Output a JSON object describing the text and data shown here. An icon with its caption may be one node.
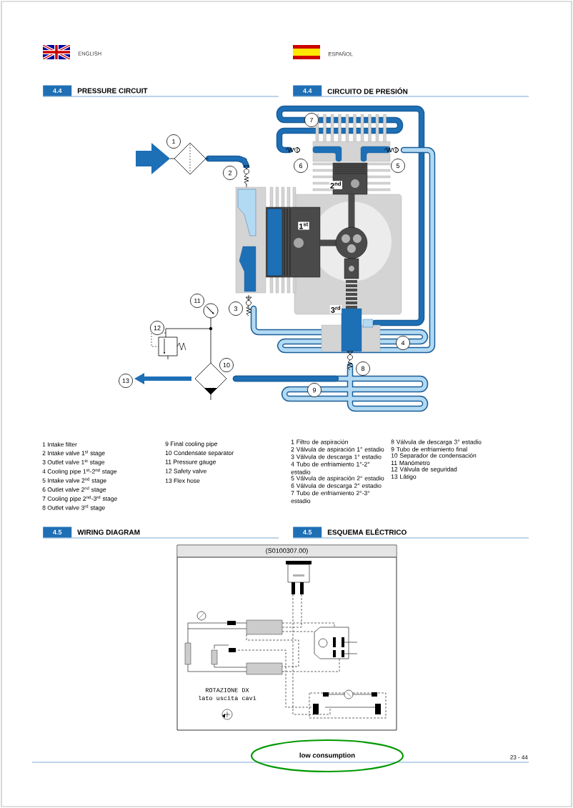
{
  "diagram": {
    "labels": [
      "ENGLISH",
      "ESPAÑOL",
      "4.4",
      "PRESSURE CIRCUIT",
      "4.4",
      "CIRCUITO DE PRESIÓN",
      "7",
      "1",
      "6",
      "5",
      "2",
      "11",
      "3",
      "12",
      "4",
      "10",
      "8",
      "13",
      "9",
      "2$^{nd}$",
      "1$^{st}$",
      "3$^{rd}$",
      "1 Intake filter",
      "2 Intake valve 1$^{st}$ stage",
      "3 Outlet valve 1$^{st}$ stage",
      "4 Cooling pipe 1$^{st}$-2$^{nd}$ stage",
      "5 Intake valve 2$^{nd}$ stage",
      "6 Outlet valve 2$^{nd}$ stage",
      "7 Cooling pipe 2$^{nd}$-3$^{rd}$ stage",
      "8 Outlet valve 3$^{rd}$ stage",
      "9 Final cooling pipe",
      "10 Condensate separator",
      "11 Pressure gauge",
      "12 Safety valve",
      "13 Flex hose",
      "1 Filtro de aspiración",
      "2 Válvula de aspiración 1° estadio",
      "3 Válvula de descarga 1° estadio",
      "4 Tubo de enfriamiento 1°-2° estadio",
      "5 Válvula de aspiración 2° estadio",
      "6 Válvula de descarga 2° estadio",
      "7 Tubo de enfriamiento 2°-3° estadio",
      "8 Válvula de descarga 3° estadio",
      "9 Tubo de enfriamiento final",
      "10 Separador de condensación",
      "11 Manómetro",
      "12 Válvula de seguridad",
      "13 Látigo",
      "4.5",
      "WIRING DIAGRAM",
      "4.5",
      "ESQUEMA ELÉCTRICO",
      "(S0100307.00)",
      "ROTAZIONE DX",
      "lato uscita cavi",
      "low consumption",
      "23 - 44"
    ]
  }
}
